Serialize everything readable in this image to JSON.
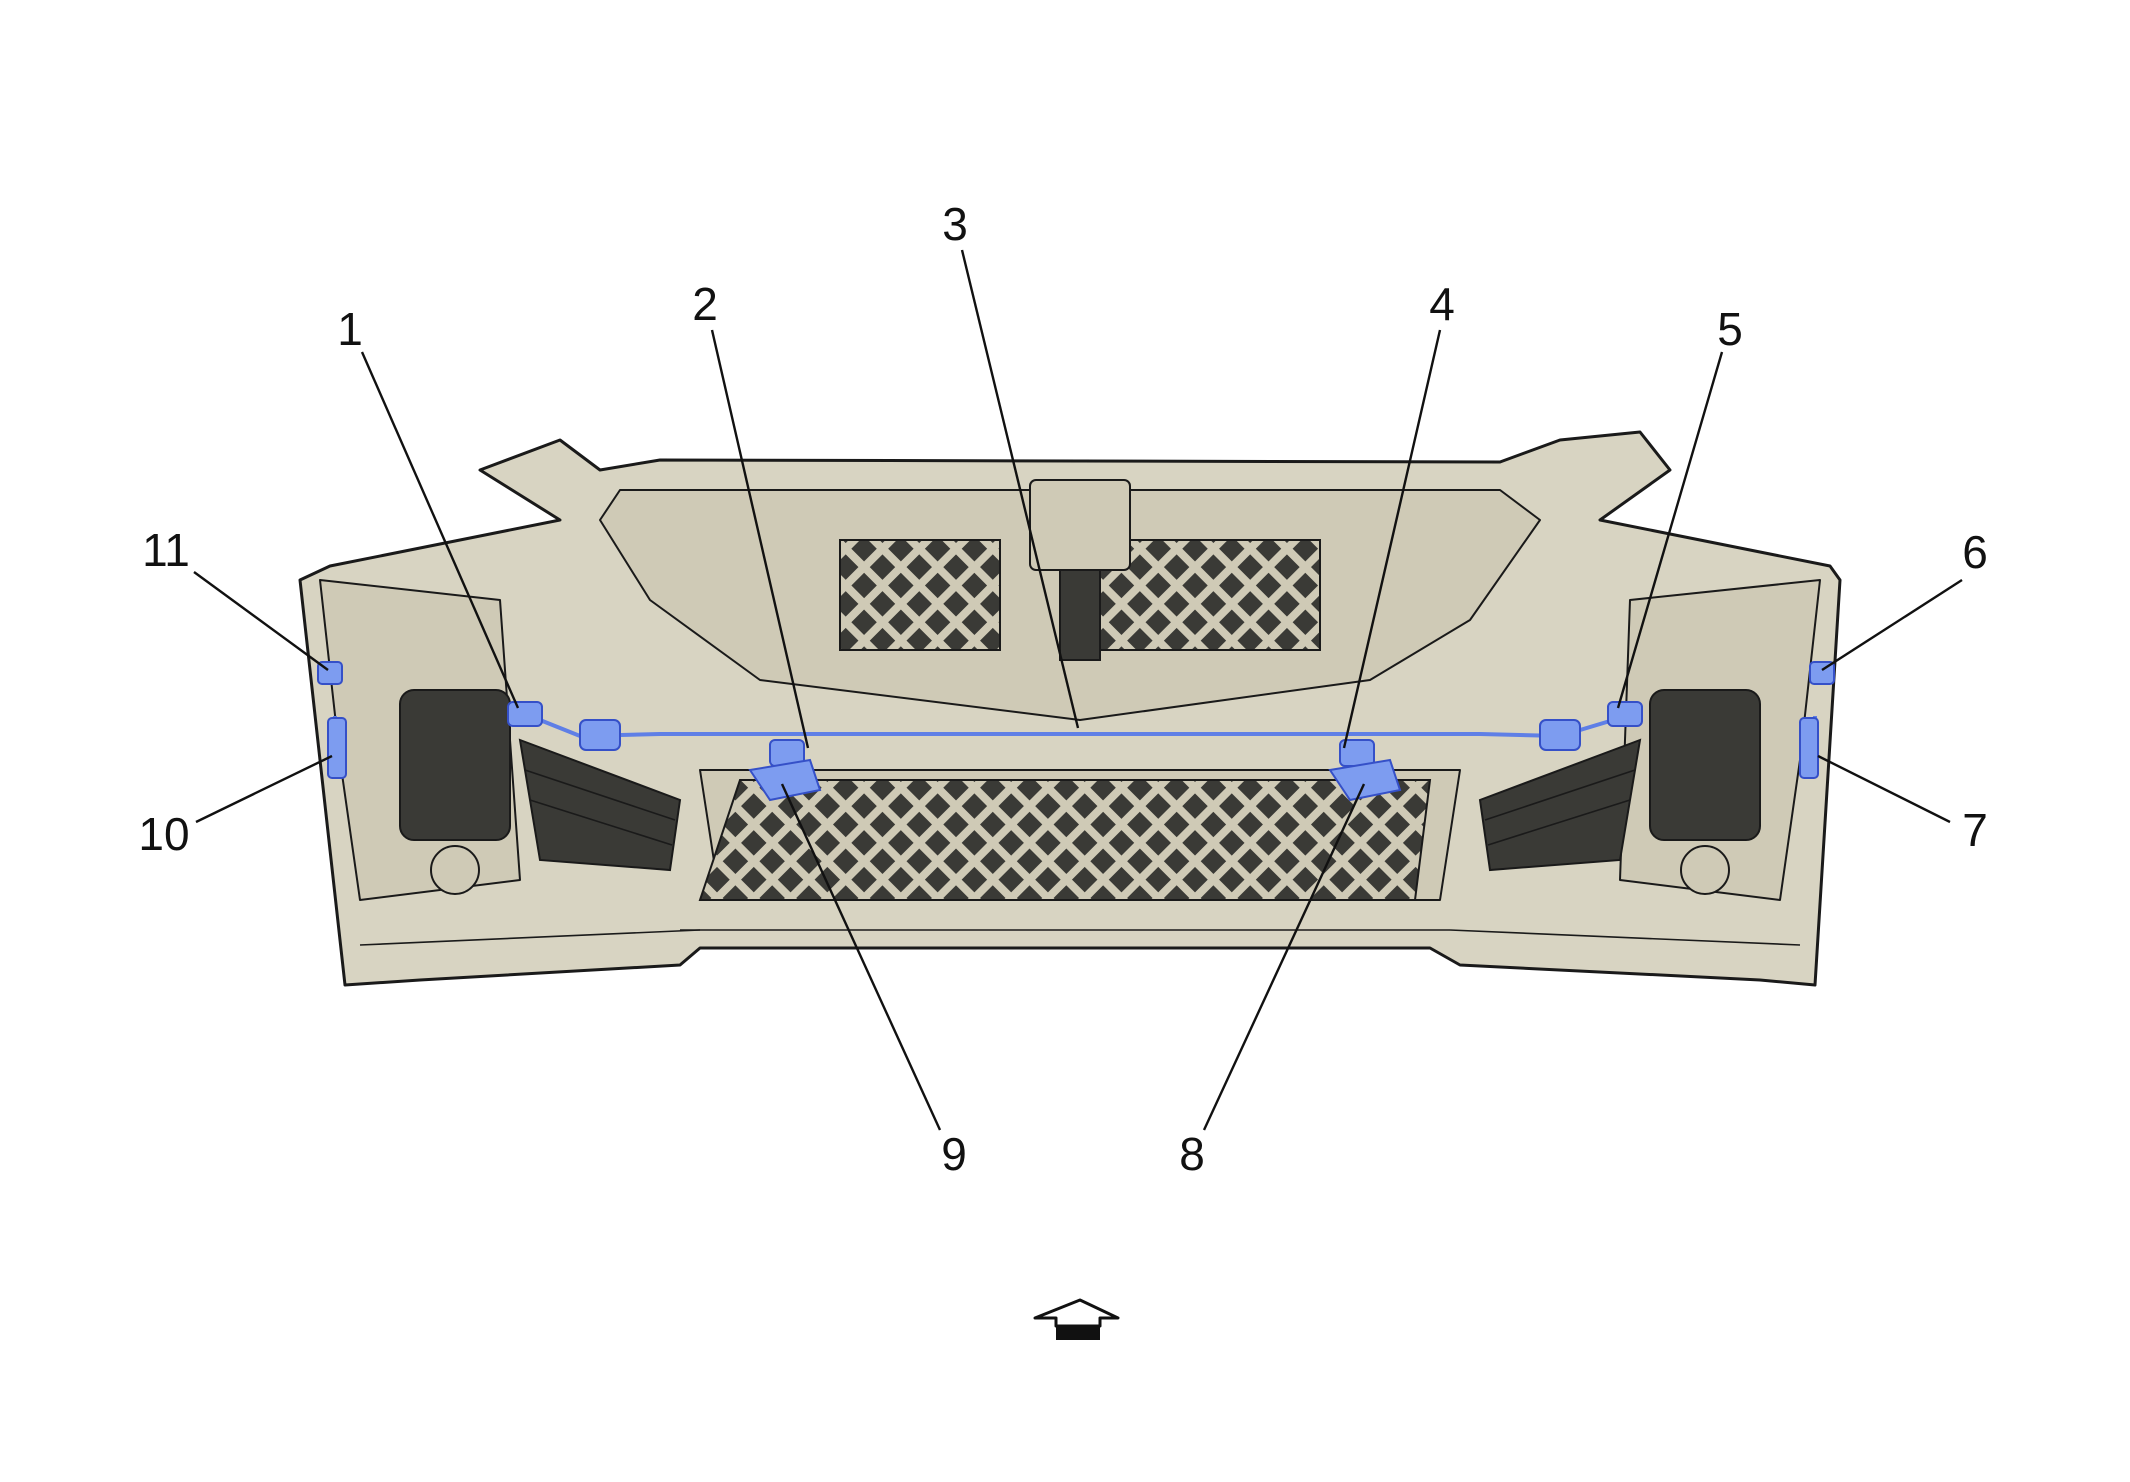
{
  "callouts": [
    {
      "id": "1",
      "label": "1"
    },
    {
      "id": "2",
      "label": "2"
    },
    {
      "id": "3",
      "label": "3"
    },
    {
      "id": "4",
      "label": "4"
    },
    {
      "id": "5",
      "label": "5"
    },
    {
      "id": "6",
      "label": "6"
    },
    {
      "id": "7",
      "label": "7"
    },
    {
      "id": "8",
      "label": "8"
    },
    {
      "id": "9",
      "label": "9"
    },
    {
      "id": "10",
      "label": "10"
    },
    {
      "id": "11",
      "label": "11"
    }
  ],
  "colors": {
    "bumper": "#d8d4c2",
    "component": "#7d9cf0",
    "lines": "#111111"
  },
  "icons": {
    "direction": "forward-arrow-icon"
  }
}
